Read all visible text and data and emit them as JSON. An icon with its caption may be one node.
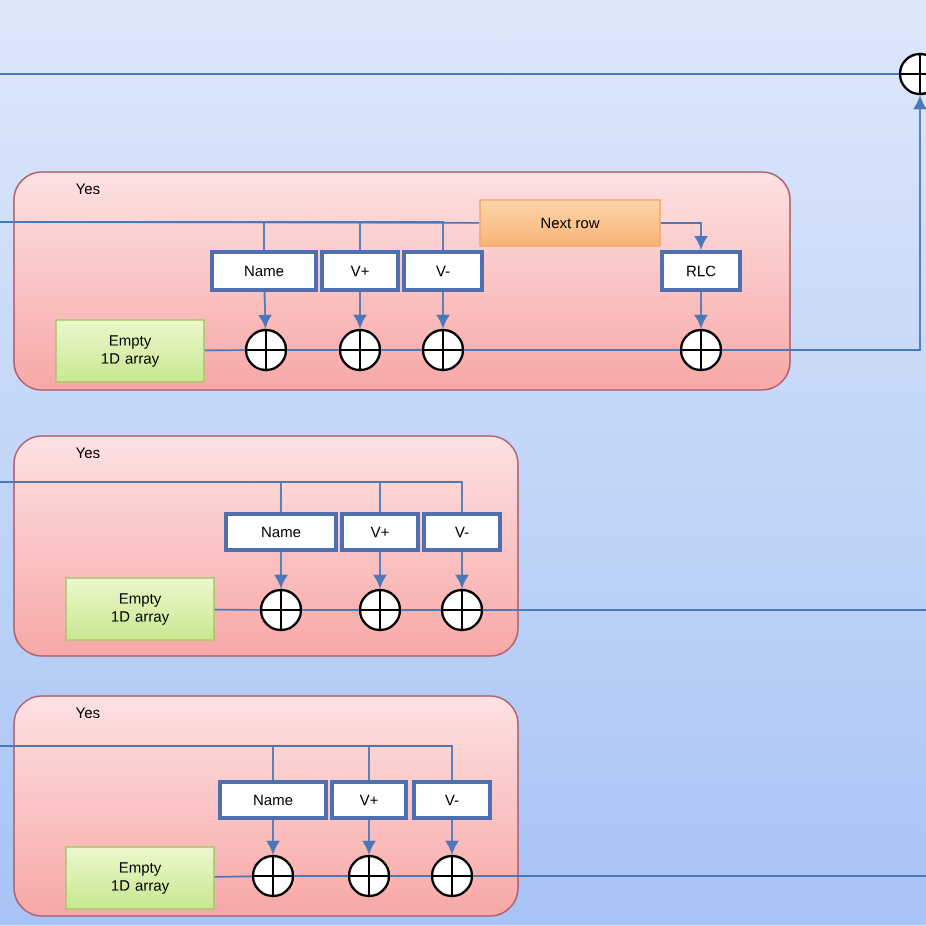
{
  "diagram": {
    "nodes": [
      {
        "text": [],
        "shape": "circle"
      },
      {
        "text": [
          "Yes"
        ]
      },
      {
        "text": [
          "Next row"
        ],
        "in": 1
      },
      {
        "text": [
          "Name"
        ],
        "in": 1
      },
      {
        "text": [
          "V+"
        ],
        "in": 1
      },
      {
        "text": [
          "V-"
        ],
        "in": 1
      },
      {
        "text": [
          "RLC"
        ],
        "in": 1
      },
      {
        "text": [
          "Empty 1D array"
        ],
        "in": 1
      },
      {
        "text": [],
        "shape": "circle",
        "in": 1
      },
      {
        "text": [],
        "shape": "circle",
        "in": 1
      },
      {
        "text": [],
        "shape": "circle",
        "in": 1
      },
      {
        "text": [],
        "shape": "circle",
        "in": 1
      },
      {
        "text": [
          "Yes"
        ]
      },
      {
        "text": [
          "Name"
        ],
        "in": 12
      },
      {
        "text": [
          "V+"
        ],
        "in": 12
      },
      {
        "text": [
          "V-"
        ],
        "in": 12
      },
      {
        "text": [
          "Empty 1D array"
        ],
        "in": 12
      },
      {
        "text": [],
        "shape": "circle",
        "in": 12
      },
      {
        "text": [],
        "shape": "circle",
        "in": 12
      },
      {
        "text": [],
        "shape": "circle",
        "in": 12
      },
      {
        "text": [
          "Yes"
        ]
      },
      {
        "text": [
          "Name"
        ],
        "in": 20
      },
      {
        "text": [
          "V+"
        ],
        "in": 20
      },
      {
        "text": [
          "V-"
        ],
        "in": 20
      },
      {
        "text": [
          "Empty 1D array"
        ],
        "in": 20
      },
      {
        "text": [],
        "shape": "circle",
        "in": 20
      },
      {
        "text": [],
        "shape": "circle",
        "in": 20
      },
      {
        "text": [],
        "shape": "circle",
        "in": 20
      }
    ],
    "edges": [
      {
        "from": null,
        "to": 0,
        "arrow": "none"
      },
      {
        "from": 11,
        "to": 0,
        "arrow": "to"
      },
      {
        "from": null,
        "to": 2,
        "arrow": "none"
      },
      {
        "from": null,
        "to": 3,
        "arrow": "none"
      },
      {
        "from": null,
        "to": 4,
        "arrow": "none"
      },
      {
        "from": null,
        "to": 5,
        "arrow": "none"
      },
      {
        "from": 2,
        "to": 6,
        "arrow": "to"
      },
      {
        "from": 3,
        "to": 8,
        "arrow": "to"
      },
      {
        "from": 4,
        "to": 9,
        "arrow": "to"
      },
      {
        "from": 5,
        "to": 10,
        "arrow": "to"
      },
      {
        "from": 6,
        "to": 11,
        "arrow": "to"
      },
      {
        "from": 7,
        "to": 8,
        "arrow": "none"
      },
      {
        "from": 8,
        "to": 9,
        "arrow": "none"
      },
      {
        "from": 9,
        "to": 10,
        "arrow": "none"
      },
      {
        "from": 10,
        "to": 11,
        "arrow": "none"
      },
      {
        "from": null,
        "to": 13,
        "arrow": "none"
      },
      {
        "from": null,
        "to": 14,
        "arrow": "none"
      },
      {
        "from": null,
        "to": 15,
        "arrow": "none"
      },
      {
        "from": 13,
        "to": 17,
        "arrow": "to"
      },
      {
        "from": 14,
        "to": 18,
        "arrow": "to"
      },
      {
        "from": 15,
        "to": 19,
        "arrow": "to"
      },
      {
        "from": 16,
        "to": 17,
        "arrow": "none"
      },
      {
        "from": 17,
        "to": 18,
        "arrow": "none"
      },
      {
        "from": 18,
        "to": 19,
        "arrow": "none"
      },
      {
        "from": 19,
        "to": null,
        "arrow": "none"
      },
      {
        "from": null,
        "to": 21,
        "arrow": "none"
      },
      {
        "from": null,
        "to": 22,
        "arrow": "none"
      },
      {
        "from": null,
        "to": 23,
        "arrow": "none"
      },
      {
        "from": 21,
        "to": 25,
        "arrow": "to"
      },
      {
        "from": 22,
        "to": 26,
        "arrow": "to"
      },
      {
        "from": 23,
        "to": 27,
        "arrow": "to"
      },
      {
        "from": 24,
        "to": 25,
        "arrow": "none"
      },
      {
        "from": 25,
        "to": 26,
        "arrow": "none"
      },
      {
        "from": 26,
        "to": 27,
        "arrow": "none"
      },
      {
        "from": 27,
        "to": null,
        "arrow": "none"
      }
    ]
  }
}
